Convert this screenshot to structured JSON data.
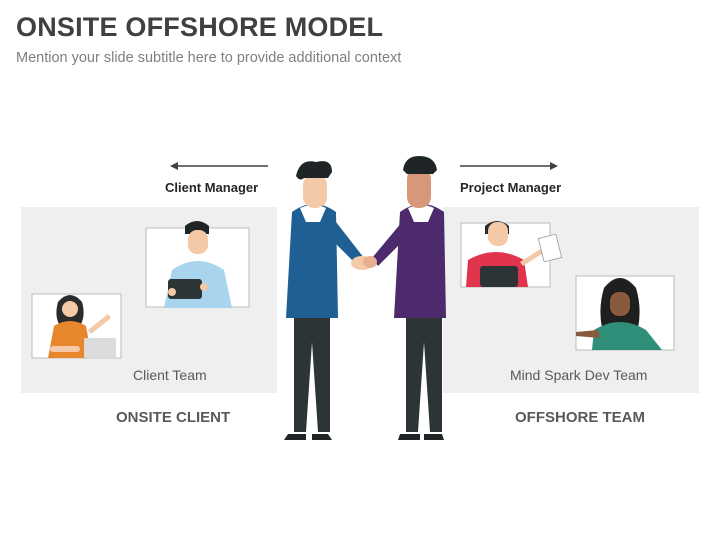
{
  "title": "ONSITE OFFSHORE MODEL",
  "subtitle": "Mention your slide subtitle here to provide additional context",
  "left": {
    "role": "Client Manager",
    "team": "Client Team",
    "side": "ONSITE CLIENT"
  },
  "right": {
    "role": "Project Manager",
    "team": "Mind Spark Dev Team",
    "side": "OFFSHORE TEAM"
  },
  "colors": {
    "title": "#404040",
    "subtitle": "#7f7f7f",
    "panel": "#efefef",
    "blue_suit": "#1f5f94",
    "purple_suit": "#4d2a6b",
    "trousers": "#2d3436"
  },
  "icons": [
    "arrow-left-icon",
    "arrow-right-icon"
  ]
}
